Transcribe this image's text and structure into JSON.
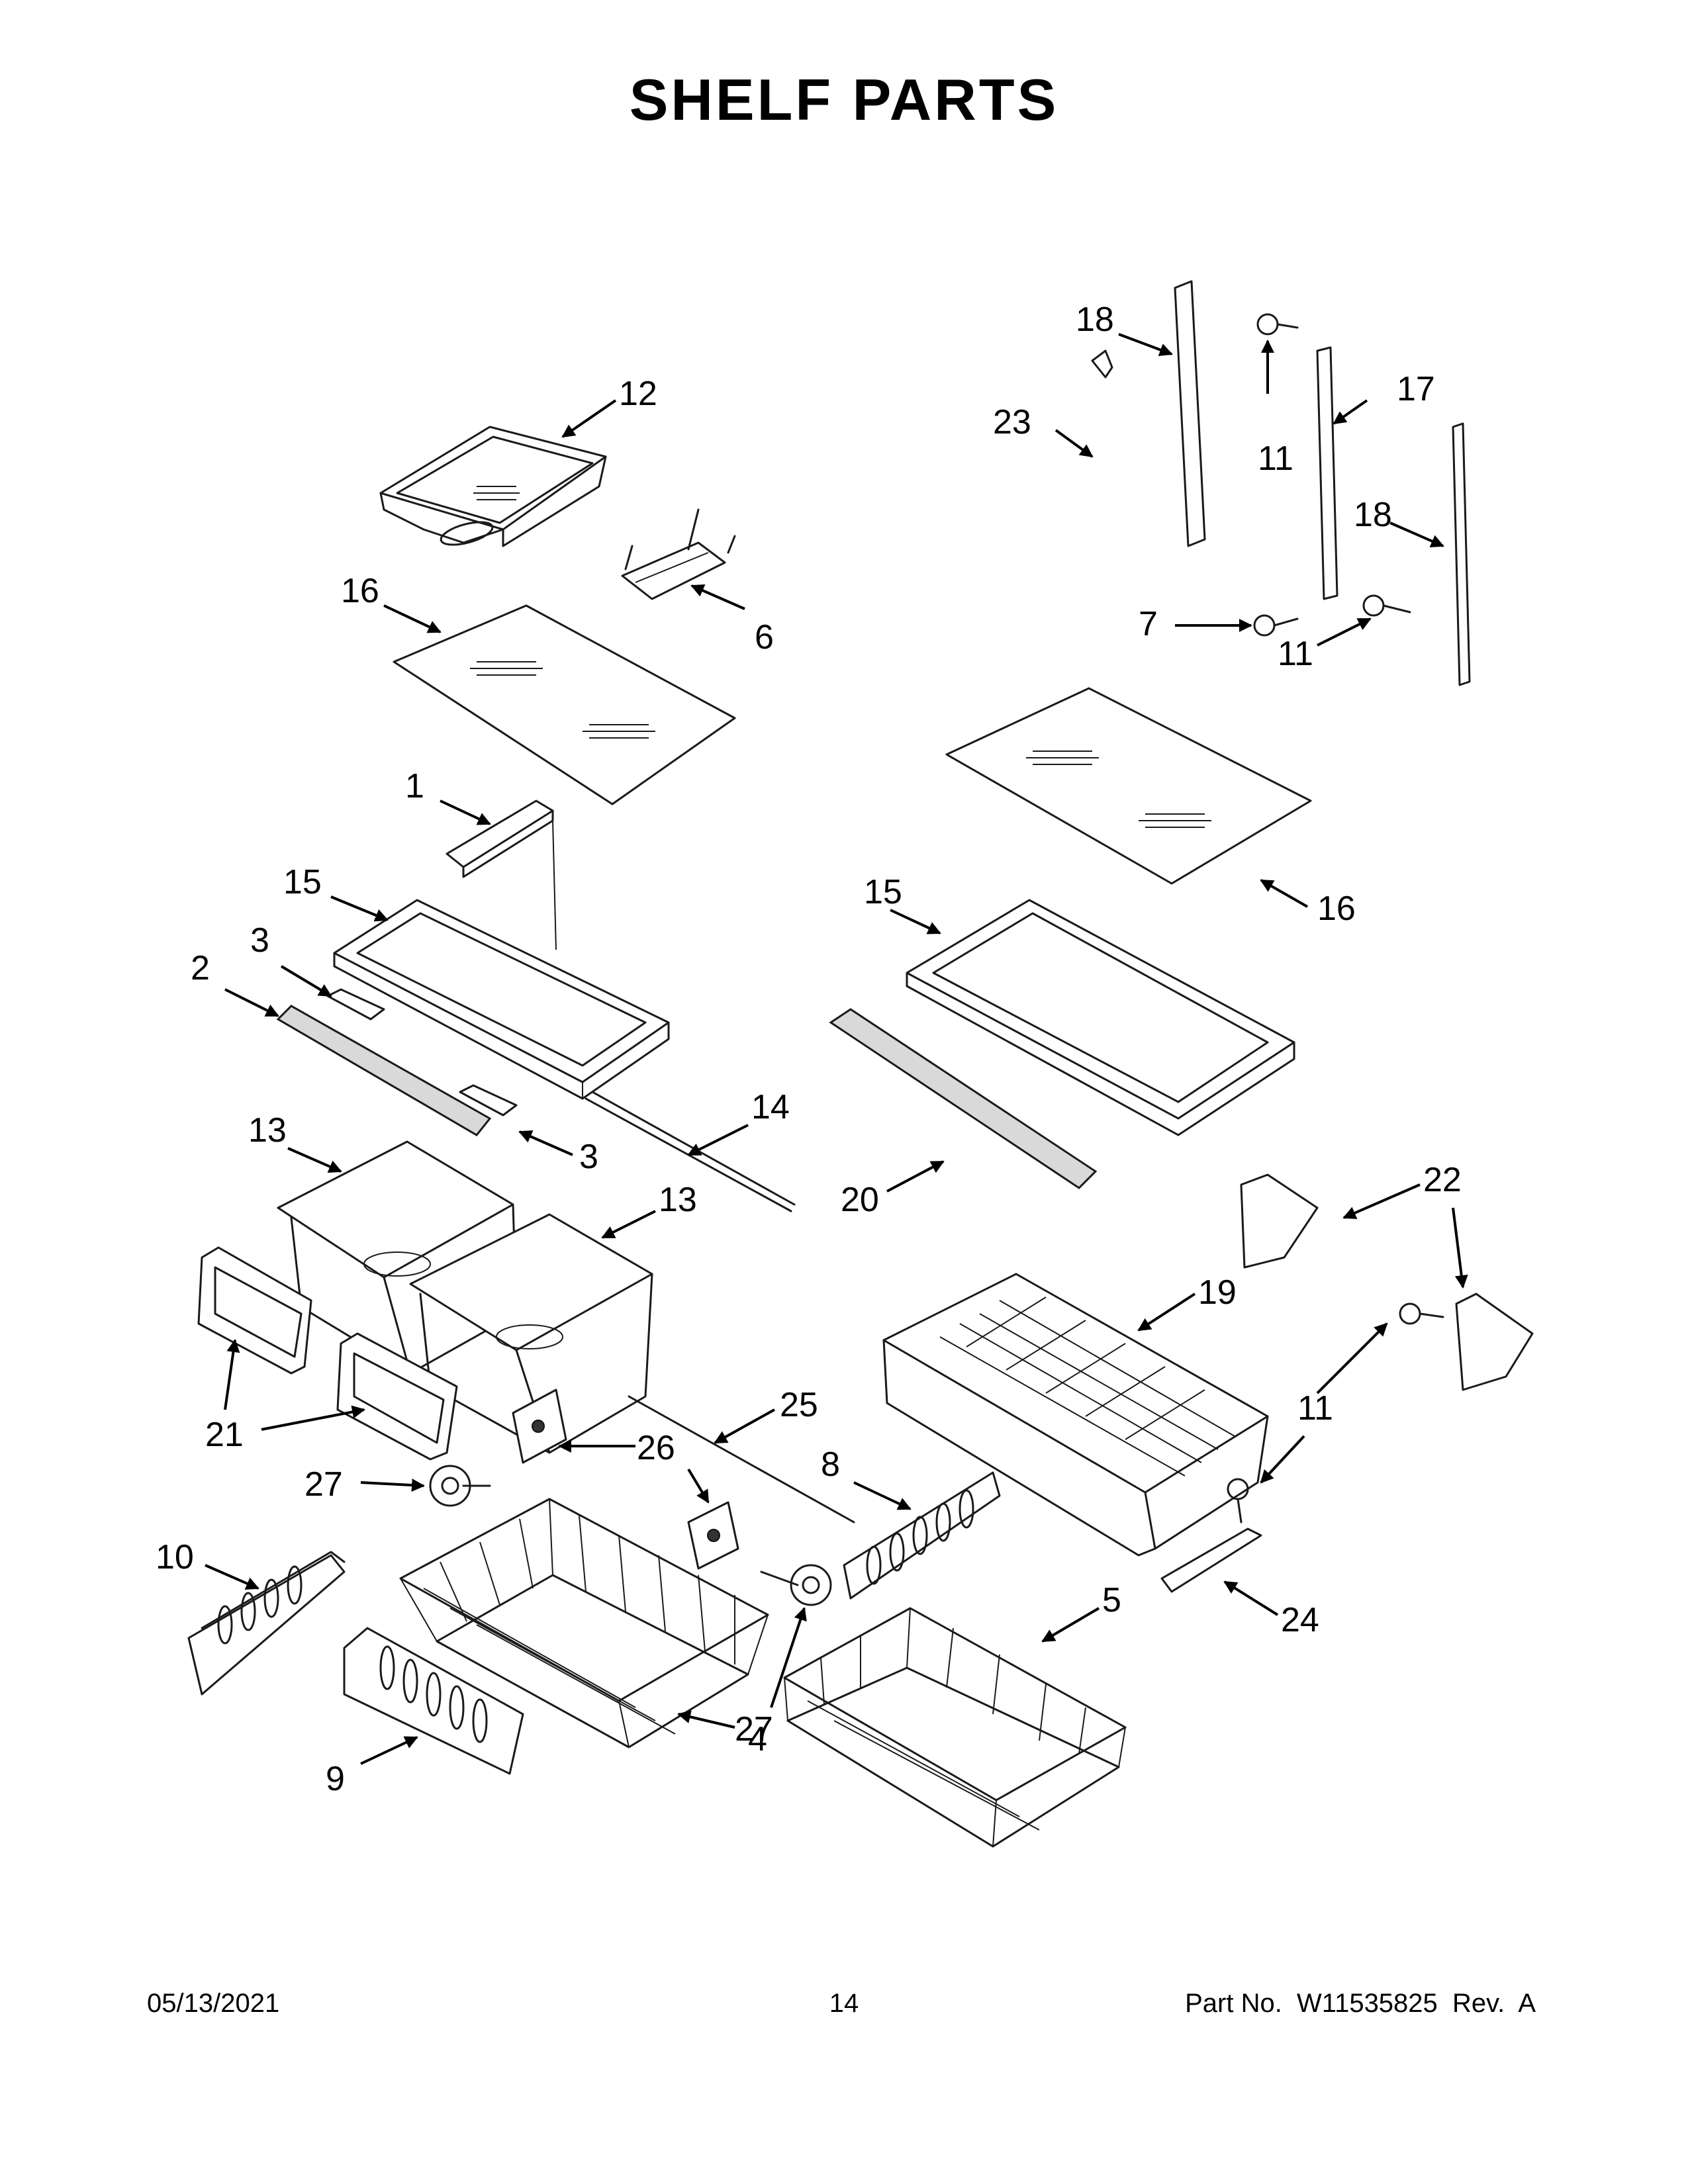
{
  "page": {
    "title": "SHELF PARTS",
    "footer": {
      "date": "05/13/2021",
      "page_number": "14",
      "part_number": "Part No.  W11535825  Rev.  A"
    }
  },
  "callouts": [
    "12",
    "16",
    "6",
    "1",
    "15",
    "3",
    "2",
    "14",
    "13",
    "21",
    "27",
    "26",
    "25",
    "10",
    "9",
    "4",
    "18",
    "23",
    "17",
    "11",
    "7",
    "16",
    "15",
    "20",
    "22",
    "19",
    "8",
    "5",
    "24"
  ]
}
